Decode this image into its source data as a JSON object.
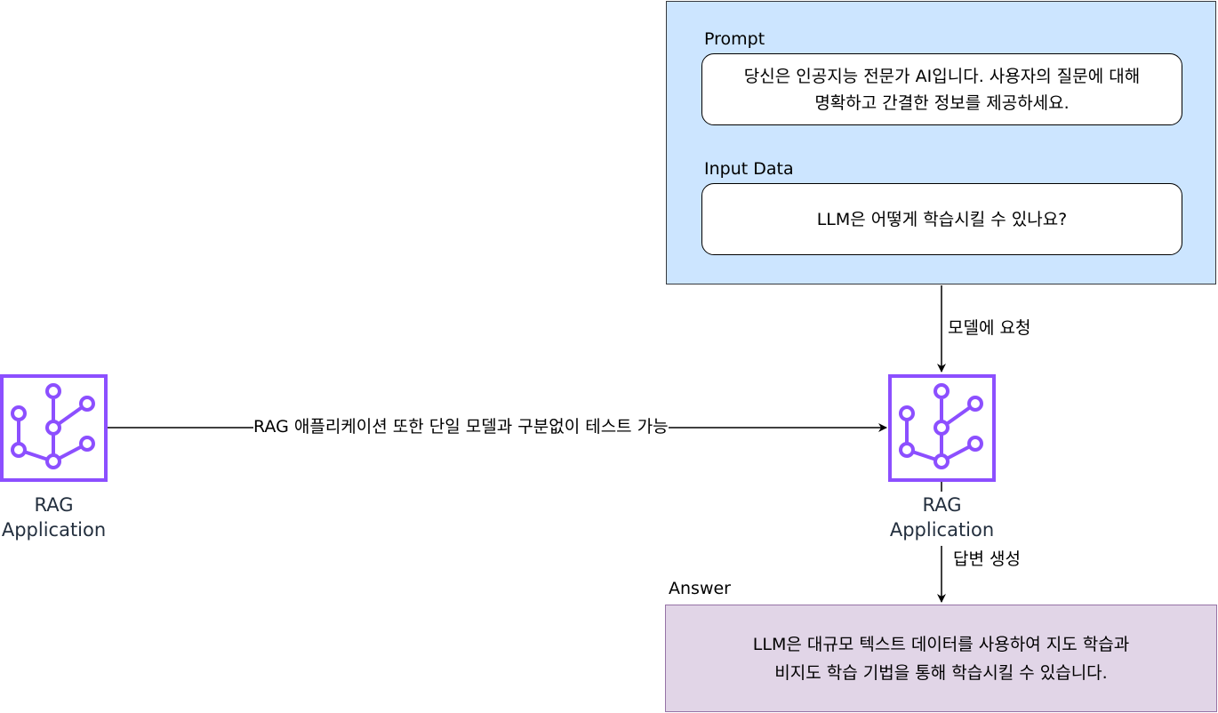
{
  "diagram": {
    "prompt_panel": {
      "prompt_label": "Prompt",
      "prompt_text_line1": "당신은 인공지능 전문가 AI입니다. 사용자의 질문에 대해",
      "prompt_text_line2": "명확하고 간결한 정보를 제공하세요.",
      "input_label": "Input Data",
      "input_text": "LLM은 어떻게 학습시킬 수 있나요?"
    },
    "left_app": {
      "label_line1": "RAG",
      "label_line2": "Application",
      "icon": "rag-workflow-icon"
    },
    "right_app": {
      "label_line1": "RAG",
      "label_line2": "Application",
      "icon": "rag-workflow-icon"
    },
    "edges": {
      "horizontal_label": "RAG 애플리케이션 또한 단일 모델과 구분없이 테스트 가능",
      "request_label": "모델에 요청",
      "generate_label": "답변 생성"
    },
    "answer": {
      "label": "Answer",
      "text_line1": "LLM은 대규모 텍스트 데이터를 사용하여 지도 학습과",
      "text_line2": "비지도 학습 기법을 통해 학습시킬 수 있습니다."
    },
    "colors": {
      "icon_purple": "#8c4fff",
      "panel_blue": "#cce5ff",
      "answer_purple": "#e1d5e7",
      "answer_border": "#9673a6"
    }
  }
}
